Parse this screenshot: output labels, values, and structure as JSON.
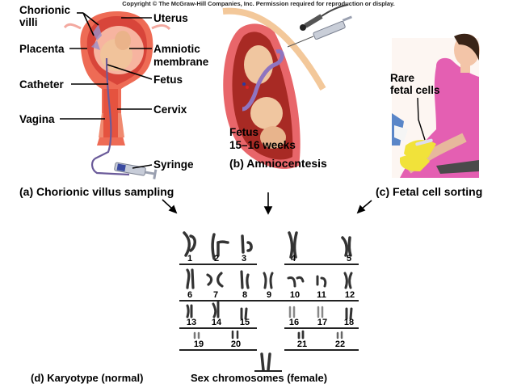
{
  "copyright": "Copyright © The McGraw-Hill Companies, Inc. Permission required for reproduction or display.",
  "panel_a": {
    "caption": "(a) Chorionic villus sampling",
    "labels": {
      "chorionic_villi_1": "Chorionic",
      "chorionic_villi_2": "villi",
      "placenta": "Placenta",
      "catheter": "Catheter",
      "vagina": "Vagina",
      "uterus": "Uterus",
      "amniotic_1": "Amniotic",
      "amniotic_2": "membrane",
      "fetus": "Fetus",
      "cervix": "Cervix",
      "syringe": "Syringe"
    }
  },
  "panel_b": {
    "caption": "(b) Amniocentesis",
    "fetus_label_1": "Fetus",
    "fetus_label_2": "15–16 weeks"
  },
  "panel_c": {
    "caption": "(c) Fetal cell sorting",
    "label_1": "Rare",
    "label_2": "fetal cells"
  },
  "panel_d": {
    "caption": "(d) Karyotype (normal)",
    "sex_caption": "Sex chromosomes (female)",
    "chromosome_numbers": [
      "1",
      "2",
      "3",
      "4",
      "5",
      "6",
      "7",
      "8",
      "9",
      "10",
      "11",
      "12",
      "13",
      "14",
      "15",
      "16",
      "17",
      "18",
      "19",
      "20",
      "21",
      "22"
    ]
  },
  "colors": {
    "uterus": "#e8584a",
    "uterus_light": "#f48a6e",
    "fetus_skin": "#f0c9a0",
    "cord": "#8a6fb8",
    "shirt": "#e25cb0",
    "glove": "#f2e23a"
  }
}
